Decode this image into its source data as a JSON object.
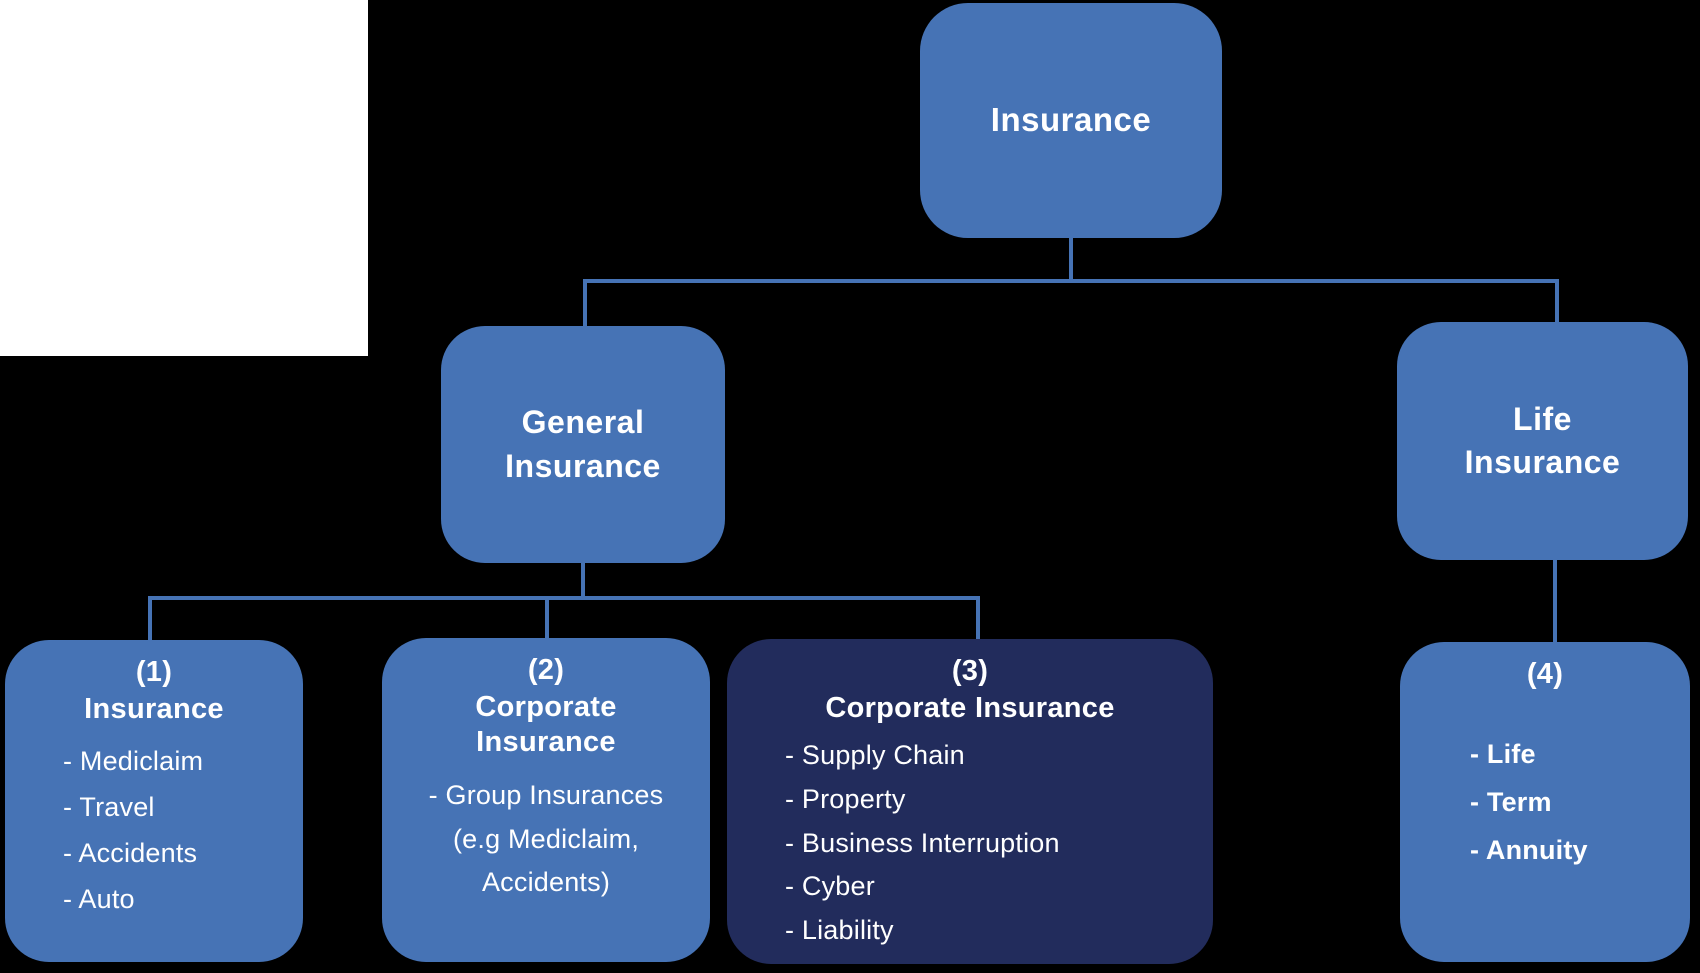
{
  "colors": {
    "background": "#000000",
    "white_patch": "#FFFFFF",
    "node_blue": "#4673B5",
    "node_dark_navy": "#222C5C",
    "connector_line": "#4673B5",
    "text": "#FFFFFF"
  },
  "nodes": {
    "root": {
      "label": "Insurance"
    },
    "general": {
      "label": "General Insurance"
    },
    "life": {
      "label": "Life Insurance"
    },
    "leaf1": {
      "number": "(1)",
      "title": "Insurance",
      "items": [
        "- Mediclaim",
        "- Travel",
        "- Accidents",
        "- Auto"
      ]
    },
    "leaf2": {
      "number": "(2)",
      "title": "Corporate Insurance",
      "lines": [
        "- Group Insurances",
        "(e.g Mediclaim,",
        "Accidents)"
      ]
    },
    "leaf3": {
      "number": "(3)",
      "title": "Corporate Insurance",
      "items": [
        "- Supply Chain",
        "- Property",
        "- Business Interruption",
        "- Cyber",
        "- Liability"
      ]
    },
    "leaf4": {
      "number": "(4)",
      "items": [
        "- Life",
        "- Term",
        "- Annuity"
      ]
    }
  }
}
